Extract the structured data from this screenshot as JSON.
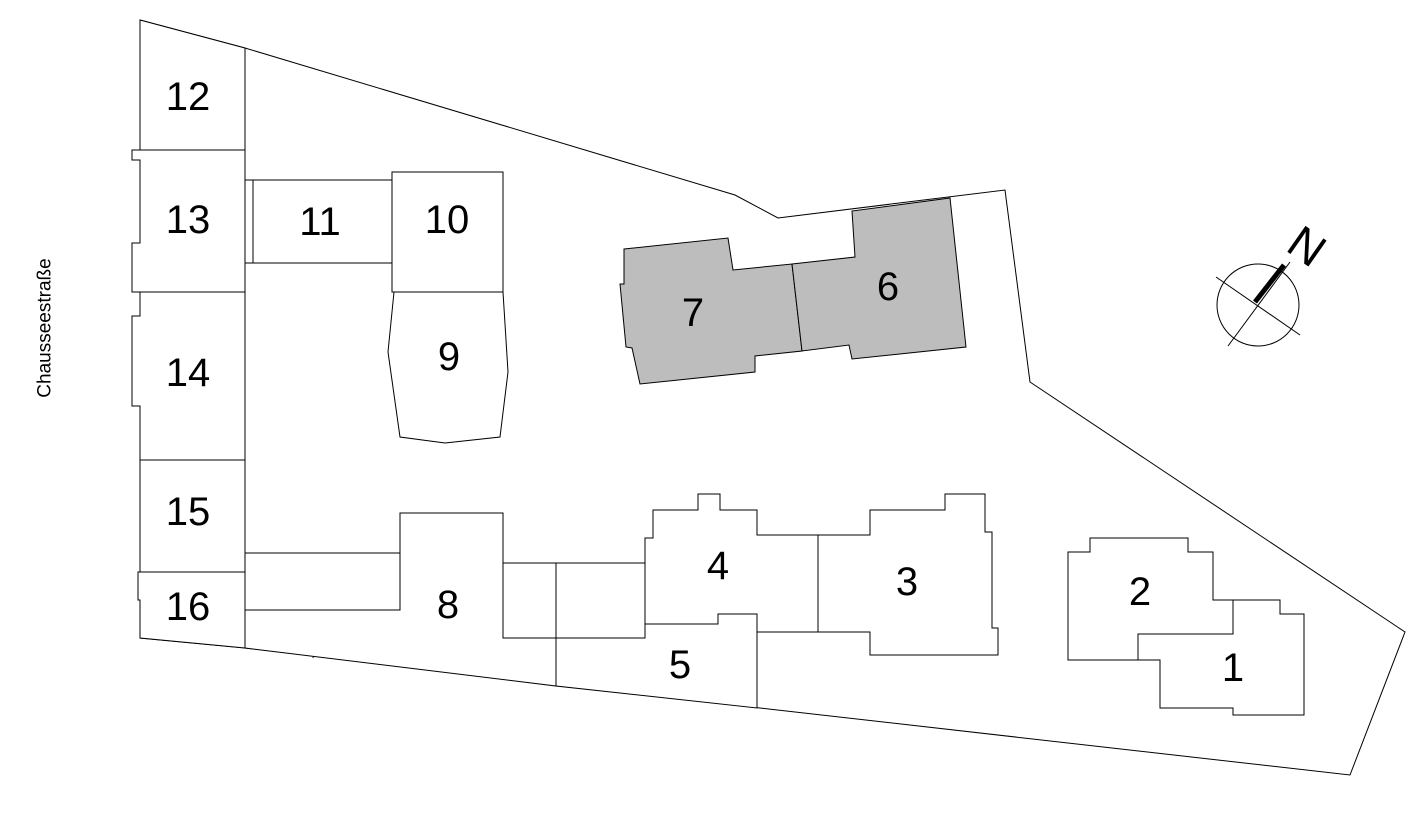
{
  "street": {
    "name": "Chausseestraße"
  },
  "compass": {
    "letter": "N"
  },
  "colors": {
    "highlight_fill": "#bdbdbd",
    "default_fill": "#ffffff",
    "line": "#000000"
  },
  "buildings": [
    {
      "id": "1",
      "label": "1",
      "highlighted": false
    },
    {
      "id": "2",
      "label": "2",
      "highlighted": false
    },
    {
      "id": "3",
      "label": "3",
      "highlighted": false
    },
    {
      "id": "4",
      "label": "4",
      "highlighted": false
    },
    {
      "id": "5",
      "label": "5",
      "highlighted": false
    },
    {
      "id": "6",
      "label": "6",
      "highlighted": true
    },
    {
      "id": "7",
      "label": "7",
      "highlighted": true
    },
    {
      "id": "8",
      "label": "8",
      "highlighted": false
    },
    {
      "id": "9",
      "label": "9",
      "highlighted": false
    },
    {
      "id": "10",
      "label": "10",
      "highlighted": false
    },
    {
      "id": "11",
      "label": "11",
      "highlighted": false
    },
    {
      "id": "12",
      "label": "12",
      "highlighted": false
    },
    {
      "id": "13",
      "label": "13",
      "highlighted": false
    },
    {
      "id": "14",
      "label": "14",
      "highlighted": false
    },
    {
      "id": "15",
      "label": "15",
      "highlighted": false
    },
    {
      "id": "16",
      "label": "16",
      "highlighted": false
    }
  ]
}
